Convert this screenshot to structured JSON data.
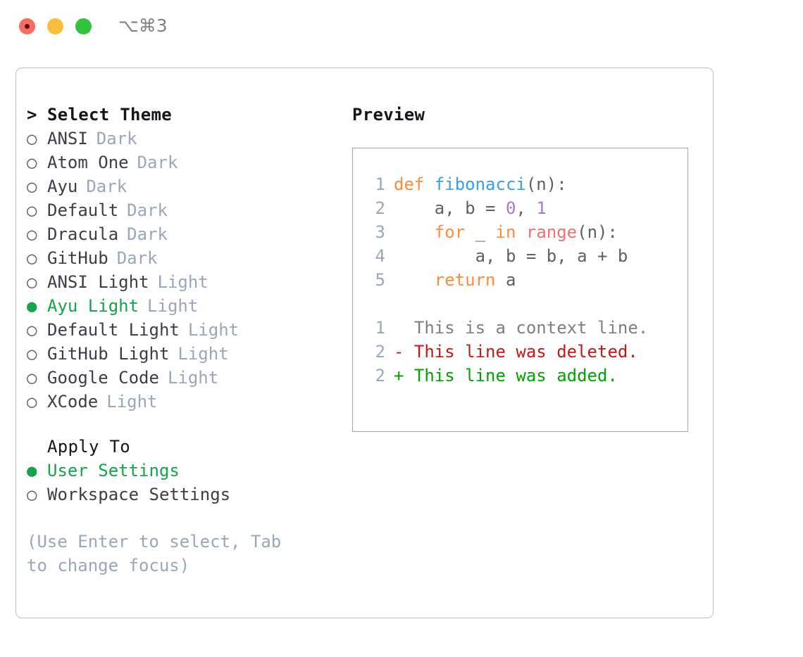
{
  "window": {
    "shortcut_label": "⌥⌘3",
    "traffic_lights": [
      "close",
      "minimize",
      "zoom"
    ]
  },
  "left_panel": {
    "header": {
      "caret": ">",
      "label": "Select Theme"
    },
    "themes": [
      {
        "name": "ANSI",
        "tag": "Dark",
        "selected": false,
        "marker": "○"
      },
      {
        "name": "Atom One",
        "tag": "Dark",
        "selected": false,
        "marker": "○"
      },
      {
        "name": "Ayu",
        "tag": "Dark",
        "selected": false,
        "marker": "○"
      },
      {
        "name": "Default",
        "tag": "Dark",
        "selected": false,
        "marker": "○"
      },
      {
        "name": "Dracula",
        "tag": "Dark",
        "selected": false,
        "marker": "○"
      },
      {
        "name": "GitHub",
        "tag": "Dark",
        "selected": false,
        "marker": "○"
      },
      {
        "name": "ANSI Light",
        "tag": "Light",
        "selected": false,
        "marker": "○"
      },
      {
        "name": "Ayu Light",
        "tag": "Light",
        "selected": true,
        "marker": "●"
      },
      {
        "name": "Default Light",
        "tag": "Light",
        "selected": false,
        "marker": "○"
      },
      {
        "name": "GitHub Light",
        "tag": "Light",
        "selected": false,
        "marker": "○"
      },
      {
        "name": "Google Code",
        "tag": "Light",
        "selected": false,
        "marker": "○"
      },
      {
        "name": "XCode",
        "tag": "Light",
        "selected": false,
        "marker": "○"
      }
    ],
    "apply_to": {
      "header": "Apply To",
      "options": [
        {
          "label": "User Settings",
          "selected": true,
          "marker": "●"
        },
        {
          "label": "Workspace Settings",
          "selected": false,
          "marker": "○"
        }
      ]
    },
    "hint": "(Use Enter to select, Tab to change focus)"
  },
  "right_panel": {
    "header": "Preview",
    "code_lines": [
      {
        "n": "1",
        "tokens": [
          {
            "t": "def ",
            "k": "kw"
          },
          {
            "t": "fibonacci",
            "k": "fn"
          },
          {
            "t": "(n):",
            "k": "plain"
          }
        ]
      },
      {
        "n": "2",
        "tokens": [
          {
            "t": "    a, b = ",
            "k": "plain"
          },
          {
            "t": "0",
            "k": "num"
          },
          {
            "t": ", ",
            "k": "plain"
          },
          {
            "t": "1",
            "k": "num"
          }
        ]
      },
      {
        "n": "3",
        "tokens": [
          {
            "t": "    ",
            "k": "plain"
          },
          {
            "t": "for",
            "k": "kw"
          },
          {
            "t": " _ ",
            "k": "plain"
          },
          {
            "t": "in",
            "k": "kw"
          },
          {
            "t": " ",
            "k": "plain"
          },
          {
            "t": "range",
            "k": "bi"
          },
          {
            "t": "(n):",
            "k": "plain"
          }
        ]
      },
      {
        "n": "4",
        "tokens": [
          {
            "t": "        a, b = b, a + b",
            "k": "plain"
          }
        ]
      },
      {
        "n": "5",
        "tokens": [
          {
            "t": "    ",
            "k": "plain"
          },
          {
            "t": "return",
            "k": "kw"
          },
          {
            "t": " a",
            "k": "plain"
          }
        ]
      }
    ],
    "diff_lines": [
      {
        "n": "1",
        "sign": " ",
        "text": "This is a context line.",
        "kind": "ctx"
      },
      {
        "n": "2",
        "sign": "-",
        "text": "This line was deleted.",
        "kind": "del"
      },
      {
        "n": "2",
        "sign": "+",
        "text": "This line was added.",
        "kind": "add"
      }
    ]
  },
  "colors": {
    "accent_green": "#16a34a",
    "muted": "#9ba6b8",
    "keyword": "#fa8d3e",
    "function": "#399ee6",
    "number": "#a37acc",
    "builtin": "#f07171",
    "diff_delete": "#c41a16",
    "diff_add": "#00a400",
    "border": "#b6bfcc"
  }
}
